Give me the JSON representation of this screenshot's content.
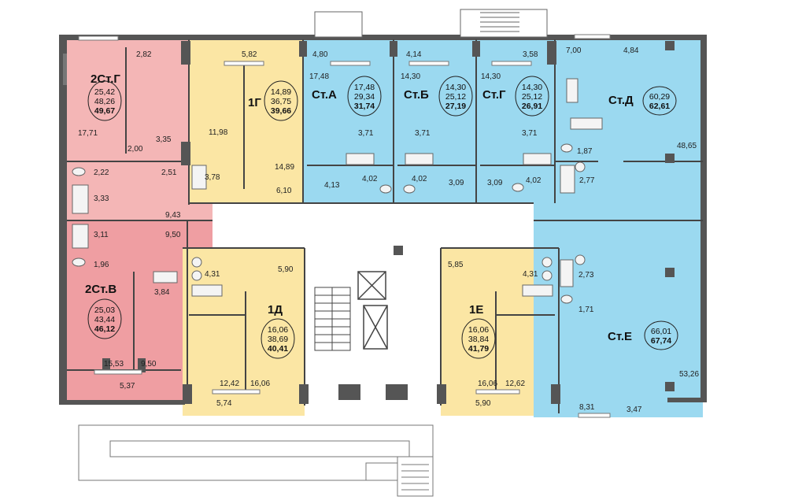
{
  "colors": {
    "pink": "#f4b6b6",
    "pink_dark": "#ef9ea2",
    "yellow": "#fbe6a4",
    "blue": "#9bd9f0",
    "wall": "#555555"
  },
  "apartments": [
    {
      "id": "2st-g",
      "name": "2Ст.Г",
      "l1": "25,42",
      "l2": "48,26",
      "l3": "49,67",
      "color": "pink"
    },
    {
      "id": "1g",
      "name": "1Г",
      "l1": "14,89",
      "l2": "36,75",
      "l3": "39,66",
      "color": "yellow"
    },
    {
      "id": "st-a",
      "name": "Ст.А",
      "l1": "17,48",
      "l2": "29,34",
      "l3": "31,74",
      "color": "blue"
    },
    {
      "id": "st-b",
      "name": "Ст.Б",
      "l1": "14,30",
      "l2": "25,12",
      "l3": "27,19",
      "color": "blue"
    },
    {
      "id": "st-g",
      "name": "Ст.Г",
      "l1": "14,30",
      "l2": "25,12",
      "l3": "26,91",
      "color": "blue"
    },
    {
      "id": "st-d",
      "name": "Ст.Д",
      "l1": "60,29",
      "l2": "62,61",
      "color": "blue"
    },
    {
      "id": "2st-v",
      "name": "2Ст.В",
      "l1": "25,03",
      "l2": "43,44",
      "l3": "46,12",
      "color": "pink_dark"
    },
    {
      "id": "1d",
      "name": "1Д",
      "l1": "16,06",
      "l2": "38,69",
      "l3": "40,41",
      "color": "yellow"
    },
    {
      "id": "1e",
      "name": "1Е",
      "l1": "16,06",
      "l2": "38,84",
      "l3": "41,79",
      "color": "yellow"
    },
    {
      "id": "st-e",
      "name": "Ст.Е",
      "l1": "66,01",
      "l2": "67,74",
      "color": "blue"
    }
  ],
  "room_areas": {
    "r01": "2,82",
    "r02": "5,82",
    "r03": "4,80",
    "r04": "4,14",
    "r05": "3,58",
    "r06": "7,00",
    "r07": "4,84",
    "r08": "17,48",
    "r09": "14,30",
    "r10": "14,30",
    "r11": "17,71",
    "r12": "11,98",
    "r13": "3,35",
    "r14": "2,00",
    "r15": "3,71",
    "r16": "3,71",
    "r17": "3,71",
    "r18": "1,87",
    "r19": "48,65",
    "r20": "2,22",
    "r21": "2,51",
    "r22": "3,78",
    "r23": "14,89",
    "r24": "4,02",
    "r25": "4,02",
    "r26": "4,02",
    "r27": "3,33",
    "r28": "4,13",
    "r29": "6,10",
    "r30": "3,09",
    "r31": "3,09",
    "r32": "2,77",
    "r33": "9,43",
    "r34": "3,11",
    "r35": "9,50",
    "r36": "1,96",
    "r37": "4,31",
    "r38": "5,90",
    "r39": "5,85",
    "r40": "4,31",
    "r41": "2,73",
    "r42": "3,84",
    "r43": "1,71",
    "r44": "15,53",
    "r45": "9,50",
    "r46": "12,42",
    "r47": "16,06",
    "r48": "16,06",
    "r49": "12,62",
    "r50": "53,26",
    "r51": "5,37",
    "r52": "5,74",
    "r53": "5,90",
    "r54": "8,31",
    "r55": "3,47"
  }
}
